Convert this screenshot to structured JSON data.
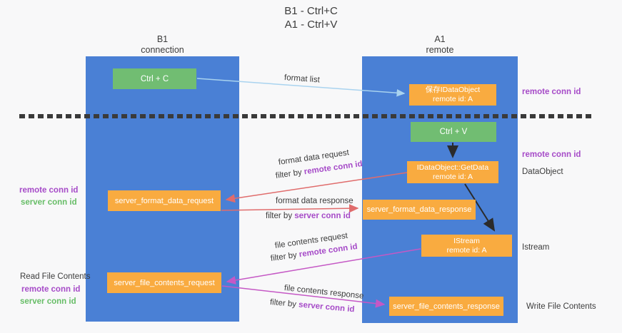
{
  "title": {
    "line1": "B1 - Ctrl+C",
    "line2": "A1 - Ctrl+V"
  },
  "columns": {
    "left": {
      "name": "B1",
      "subtitle": "connection"
    },
    "right": {
      "name": "A1",
      "subtitle": "remote"
    }
  },
  "nodes": {
    "ctrl_c": "Ctrl + C",
    "ctrl_v": "Ctrl + V",
    "save_dataobject": {
      "line1": "保存IDataObject",
      "line2": "remote id: A"
    },
    "getdata": {
      "line1": "IDataObject::GetData",
      "line2": "remote id: A"
    },
    "istream": {
      "line1": "IStream",
      "line2": "remote id: A"
    },
    "format_request": "server_format_data_request",
    "format_response": "server_format_data_response",
    "file_request": "server_file_contents_request",
    "file_response": "server_file_contents_response"
  },
  "arrow_labels": {
    "format_list": "format list",
    "format_data_request": "format data request",
    "format_data_response": "format data response",
    "file_contents_request": "file contents request",
    "file_contents_response": "file contents response",
    "filter_by": "filter by ",
    "remote_conn_id": "remote conn id",
    "server_conn_id": "server conn id"
  },
  "side_labels": {
    "right_top_remote_conn": "remote conn id",
    "right_mid_remote_conn": "remote conn id",
    "dataobject": "DataObject",
    "istream": "Istream",
    "write_file_contents": "Write File Contents",
    "left_remote_conn_1": "remote conn id",
    "left_server_conn_1": "server conn id",
    "read_file_contents": "Read File Contents",
    "left_remote_conn_2": "remote conn id",
    "left_server_conn_2": "server conn id"
  },
  "colors": {
    "background": "#f8f8f9",
    "lane_blue": "#4a80d5",
    "node_orange": "#f9ab40",
    "node_green": "#71bd72",
    "arrow_light_blue": "#a9d3ef",
    "arrow_salmon": "#e06c6c",
    "arrow_magenta": "#c558c5",
    "arrow_black": "#2b2b2b",
    "text_purple": "#a64bc8",
    "text_green": "#67bd67",
    "dash_line": "#3a3a3a"
  }
}
